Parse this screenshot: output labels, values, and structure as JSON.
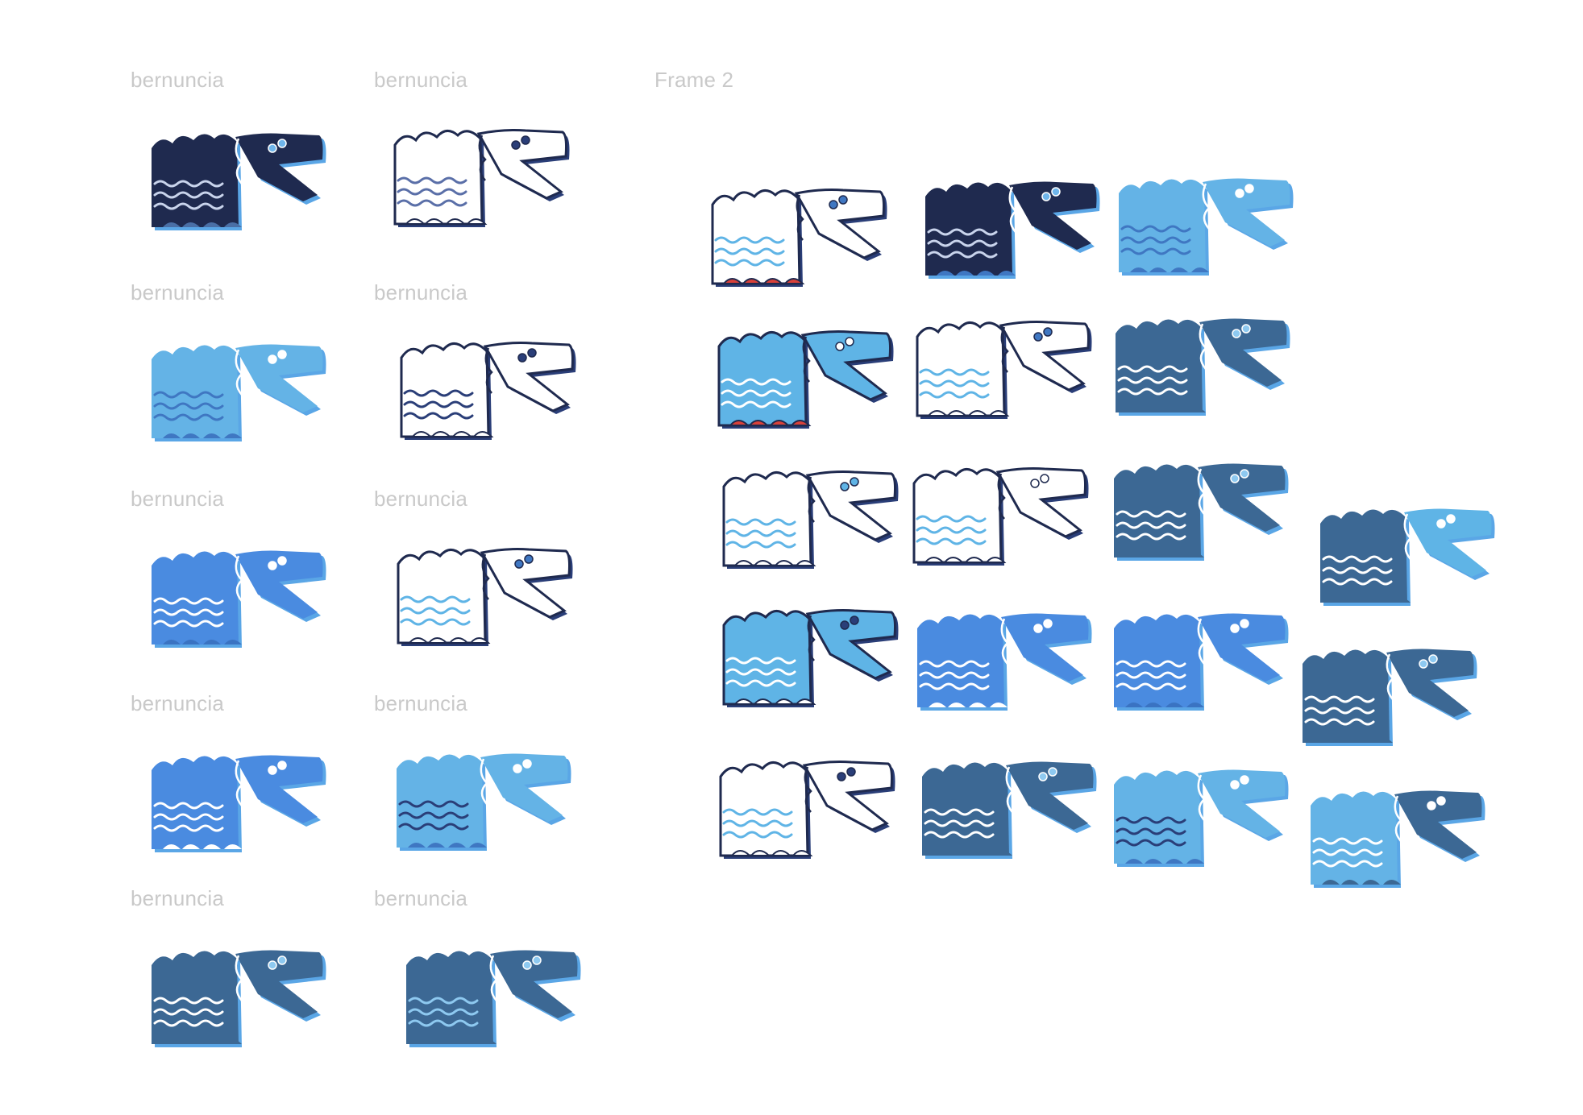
{
  "canvas": {
    "frame_group_label": "Frame 2"
  },
  "frames": [
    {
      "label": "bernuncia",
      "body": "#1f2a4f",
      "head": "#1f2a4f",
      "wave": "#c9d4ec",
      "feet": "#4a6fa6",
      "eyes": "#6fb5ea",
      "outlined": false
    },
    {
      "label": "bernuncia",
      "body": "#ffffff",
      "head": "#ffffff",
      "wave": "#5a6fa8",
      "feet": "#ffffff",
      "eyes": "#2a3e78",
      "outlined": true
    },
    {
      "label": "bernuncia",
      "body": "#64b3e6",
      "head": "#64b3e6",
      "wave": "#3f77c2",
      "feet": "#3f77c2",
      "eyes": "#ffffff",
      "outlined": false
    },
    {
      "label": "bernuncia",
      "body": "#ffffff",
      "head": "#ffffff",
      "wave": "#2a3e78",
      "feet": "#ffffff",
      "eyes": "#2a3e78",
      "outlined": true
    },
    {
      "label": "bernuncia",
      "body": "#4a8be0",
      "head": "#4a8be0",
      "wave": "#ffffff",
      "feet": "#3a73c2",
      "eyes": "#ffffff",
      "outlined": false
    },
    {
      "label": "bernuncia",
      "body": "#ffffff",
      "head": "#ffffff",
      "wave": "#5fb4e6",
      "feet": "#ffffff",
      "eyes": "#3f77c2",
      "outlined": true
    },
    {
      "label": "bernuncia",
      "body": "#4a8be0",
      "head": "#4a8be0",
      "wave": "#ffffff",
      "feet": "#ffffff",
      "eyes": "#ffffff",
      "outlined": false
    },
    {
      "label": "bernuncia",
      "body": "#64b3e6",
      "head": "#64b3e6",
      "wave": "#2a3e78",
      "feet": "#3f77c2",
      "eyes": "#ffffff",
      "outlined": false
    },
    {
      "label": "bernuncia",
      "body": "#3c6894",
      "head": "#3c6894",
      "wave": "#ffffff",
      "feet": "#3c6894",
      "eyes": "#8ec9f0",
      "outlined": false
    },
    {
      "label": "bernuncia",
      "body": "#3c6894",
      "head": "#3c6894",
      "wave": "#8ec9f0",
      "feet": "#3c6894",
      "eyes": "#8ec9f0",
      "outlined": false
    }
  ],
  "frame2_items": [
    {
      "body": "#ffffff",
      "head": "#ffffff",
      "wave": "#5fb4e6",
      "feet": "#d9413a",
      "eyes": "#3f77c2",
      "outlined": true
    },
    {
      "body": "#1f2a4f",
      "head": "#1f2a4f",
      "wave": "#c9d4ec",
      "feet": "#3f77c2",
      "eyes": "#6fb5ea",
      "outlined": false
    },
    {
      "body": "#64b3e6",
      "head": "#64b3e6",
      "wave": "#3f77c2",
      "feet": "#3f77c2",
      "eyes": "#ffffff",
      "outlined": false
    },
    {
      "body": "#5fb4e6",
      "head": "#5fb4e6",
      "wave": "#ffffff",
      "feet": "#d9413a",
      "eyes": "#ffffff",
      "outlined": true
    },
    {
      "body": "#ffffff",
      "head": "#ffffff",
      "wave": "#5fb4e6",
      "feet": "#ffffff",
      "eyes": "#3f77c2",
      "outlined": true
    },
    {
      "body": "#3c6894",
      "head": "#3c6894",
      "wave": "#ffffff",
      "feet": "#3c6894",
      "eyes": "#8ec9f0",
      "outlined": false
    },
    {
      "body": "#ffffff",
      "head": "#ffffff",
      "wave": "#5fb4e6",
      "feet": "#ffffff",
      "eyes": "#5fb4e6",
      "outlined": true
    },
    {
      "body": "#ffffff",
      "head": "#ffffff",
      "wave": "#5fb4e6",
      "feet": "#ffffff",
      "eyes": "#ffffff",
      "outlined": true
    },
    {
      "body": "#3c6894",
      "head": "#3c6894",
      "wave": "#ffffff",
      "feet": "#3c6894",
      "eyes": "#8ec9f0",
      "outlined": false
    },
    {
      "body": "#3c6894",
      "head": "#5fb4e6",
      "wave": "#ffffff",
      "feet": "#3c6894",
      "eyes": "#ffffff",
      "outlined": false
    },
    {
      "body": "#5fb4e6",
      "head": "#5fb4e6",
      "wave": "#ffffff",
      "feet": "#ffffff",
      "eyes": "#2a3e78",
      "outlined": true
    },
    {
      "body": "#4a8be0",
      "head": "#4a8be0",
      "wave": "#ffffff",
      "feet": "#ffffff",
      "eyes": "#ffffff",
      "outlined": false
    },
    {
      "body": "#4a8be0",
      "head": "#4a8be0",
      "wave": "#ffffff",
      "feet": "#3a73c2",
      "eyes": "#ffffff",
      "outlined": false
    },
    {
      "body": "#3c6894",
      "head": "#3c6894",
      "wave": "#ffffff",
      "feet": "#3c6894",
      "eyes": "#8ec9f0",
      "outlined": false
    },
    {
      "body": "#ffffff",
      "head": "#ffffff",
      "wave": "#5fb4e6",
      "feet": "#ffffff",
      "eyes": "#2a3e78",
      "outlined": true
    },
    {
      "body": "#3c6894",
      "head": "#3c6894",
      "wave": "#ffffff",
      "feet": "#3c6894",
      "eyes": "#8ec9f0",
      "outlined": false
    },
    {
      "body": "#64b3e6",
      "head": "#64b3e6",
      "wave": "#2a3e78",
      "feet": "#3f77c2",
      "eyes": "#ffffff",
      "outlined": false
    },
    {
      "body": "#64b3e6",
      "head": "#3c6894",
      "wave": "#ffffff",
      "feet": "#3c6894",
      "eyes": "#ffffff",
      "outlined": false
    }
  ]
}
